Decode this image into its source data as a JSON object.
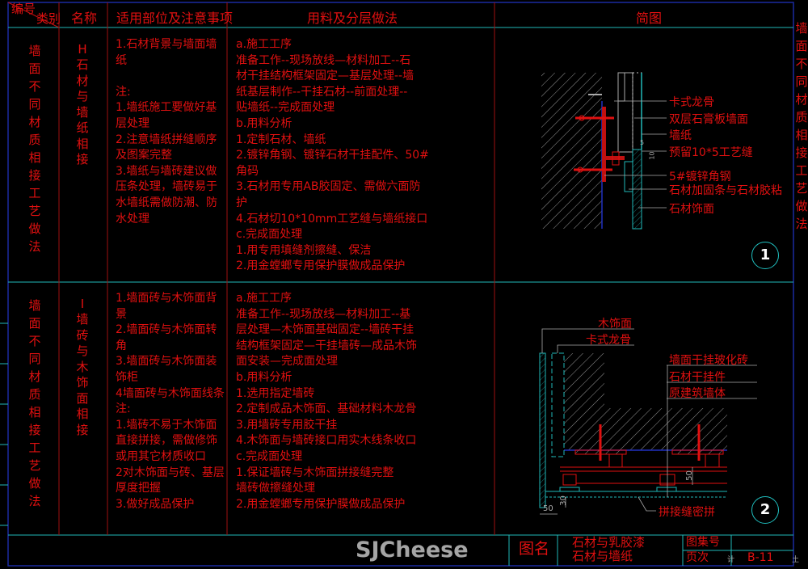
{
  "header": {
    "code": "编号",
    "category": "类别",
    "name": "名称",
    "scope": "适用部位及注意事项",
    "method": "用料及分层做法",
    "sketch": "简图"
  },
  "side_title": "墙面不同材质相接工艺做法",
  "rows": [
    {
      "category": "墙面不同材质相接工艺做法",
      "code": "H",
      "name": "石材与墙纸相接",
      "scope": [
        "1.石材背景与墙面墙",
        "纸",
        "",
        "注:",
        "1.墙纸施工要做好基",
        "层处理",
        "2.注意墙纸拼缝顺序",
        "及图案完整",
        "3.墙纸与墙砖建议做",
        "压条处理，墙砖易于",
        "水墙纸需做防潮、防",
        "水处理"
      ],
      "method": [
        "a.施工工序",
        "准备工作--现场放线—材料加工--石",
        "材干挂结构框架固定—基层处理--墙",
        "纸基层制作--干挂石材--前面处理--",
        "贴墙纸--完成面处理",
        "b.用料分析",
        "1.定制石材、墙纸",
        "2.镀锌角钢、镀锌石材干挂配件、50#",
        "角码",
        "3.石材用专用AB胶固定、需做六面防",
        "护",
        "4.石材切10*10mm工艺缝与墙纸接口",
        "c.完成面处理",
        "1.用专用填缝剂擦缝、保洁",
        "2.用金螳螂专用保护膜做成品保护"
      ],
      "diagram": {
        "number": "1",
        "labels": [
          "卡式龙骨",
          "双层石膏板墙面",
          "墙纸",
          "预留10*5工艺缝",
          "5#镀锌角钢",
          "石材加固条与石材胶粘",
          "石材饰面"
        ],
        "dims": [
          "5",
          "10"
        ]
      }
    },
    {
      "category": "墙面不同材质相接工艺做法",
      "code": "I",
      "name": "墙砖与木饰面相接",
      "scope": [
        "1.墙面砖与木饰面背",
        "景",
        "2.墙面砖与木饰面转",
        "角",
        "3.墙面砖与木饰面装",
        "饰柜",
        "4墙面砖与木饰面线条",
        "注:",
        "1.墙砖不易于木饰面",
        "直接拼接，需做修饰",
        "或用其它材质收口",
        "2对木饰面与砖、基层",
        "厚度把握",
        "3.做好成品保护"
      ],
      "method": [
        "a.施工工序",
        "准备工作--现场放线—材料加工--基",
        "层处理—木饰面基础固定--墙砖干挂",
        "结构框架固定—干挂墙砖—成品木饰",
        "面安装—完成面处理",
        "b.用料分析",
        "1.选用指定墙砖",
        "2.定制成品木饰面、基础材料木龙骨",
        "3.用墙砖专用胶干挂",
        "4.木饰面与墙砖接口用实木线条收口",
        "c.完成面处理",
        "1.保证墙砖与木饰面拼接缝完整",
        "墙砖做擦缝处理",
        "2.用金螳螂专用保护膜做成品保护"
      ],
      "diagram": {
        "number": "2",
        "labels": [
          "木饰面",
          "卡式龙骨",
          "墙面干挂玻化砖",
          "石材干挂件",
          "原建筑墙体",
          "拼接缝密拼"
        ],
        "dims": [
          "50",
          "30",
          "50"
        ]
      }
    }
  ],
  "footer": {
    "title_label": "图名",
    "titles": [
      "石材与乳胶漆",
      "石材与墙纸"
    ],
    "atlas_label": "图集号",
    "page_label": "页次",
    "page_value": "B-11",
    "mark1": "计",
    "mark2": "土"
  },
  "watermark": "SJCheese",
  "colors": {
    "text": "#e01010",
    "grid_cyan": "#20b8b8",
    "border_blue": "#1a2aa0",
    "line_grey": "#b0b0b0"
  }
}
